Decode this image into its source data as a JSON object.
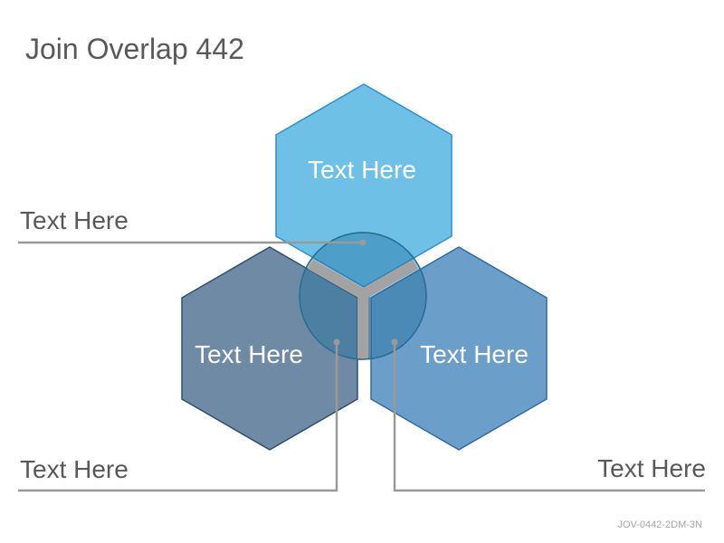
{
  "title": "Join Overlap 442",
  "hexagons": {
    "top": {
      "label": "Text Here",
      "fill": "#6ec0e6",
      "stroke": "#2c8fd0"
    },
    "left": {
      "label": "Text Here",
      "fill": "#6e8aa4",
      "stroke": "#2e4f70"
    },
    "right": {
      "label": "Text Here",
      "fill": "#6b9ec9",
      "stroke": "#2f6aa6"
    }
  },
  "callouts": {
    "left_top": "Text Here",
    "left_bottom": "Text Here",
    "right_bottom": "Text Here"
  },
  "footer_code": "JOV-0442-2DM-3N",
  "colors": {
    "connector_gray": "#999999",
    "overlap_circle": "#2e7fa8",
    "text_gray": "#595959"
  }
}
